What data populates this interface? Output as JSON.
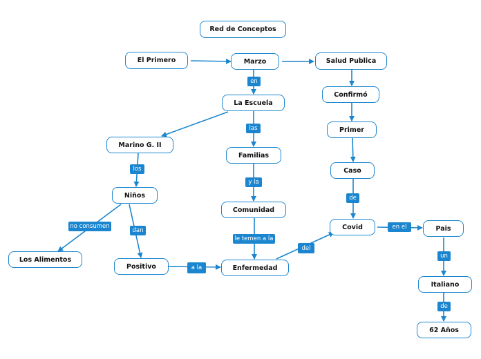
{
  "diagram": {
    "title": "Red de Conceptos",
    "nodes": {
      "el_primero": "El Primero",
      "marzo": "Marzo",
      "salud_publica": "Salud Publica",
      "la_escuela": "La Escuela",
      "confirmo": "Confirmó",
      "marino": "Marino G. II",
      "familias": "Familias",
      "primer": "Primer",
      "caso": "Caso",
      "ninos": "Niños",
      "comunidad": "Comunidad",
      "covid": "Covid",
      "pais": "Pais",
      "los_alimentos": "Los Alimentos",
      "positivo": "Positivo",
      "enfermedad": "Enfermedad",
      "italiano": "Italiano",
      "edad": "62 Años"
    },
    "edge_labels": {
      "en": "en",
      "las": "las",
      "los": "los",
      "y_la": "y la",
      "de_caso": "de",
      "no_consumen": "no consumen",
      "dan": "dan",
      "le_temen": "le temen a la",
      "del": "del",
      "en_el": "en el",
      "a_la": "a la",
      "un": "un",
      "de_italiano": "de"
    },
    "colors": {
      "accent": "#1b86cf"
    }
  }
}
